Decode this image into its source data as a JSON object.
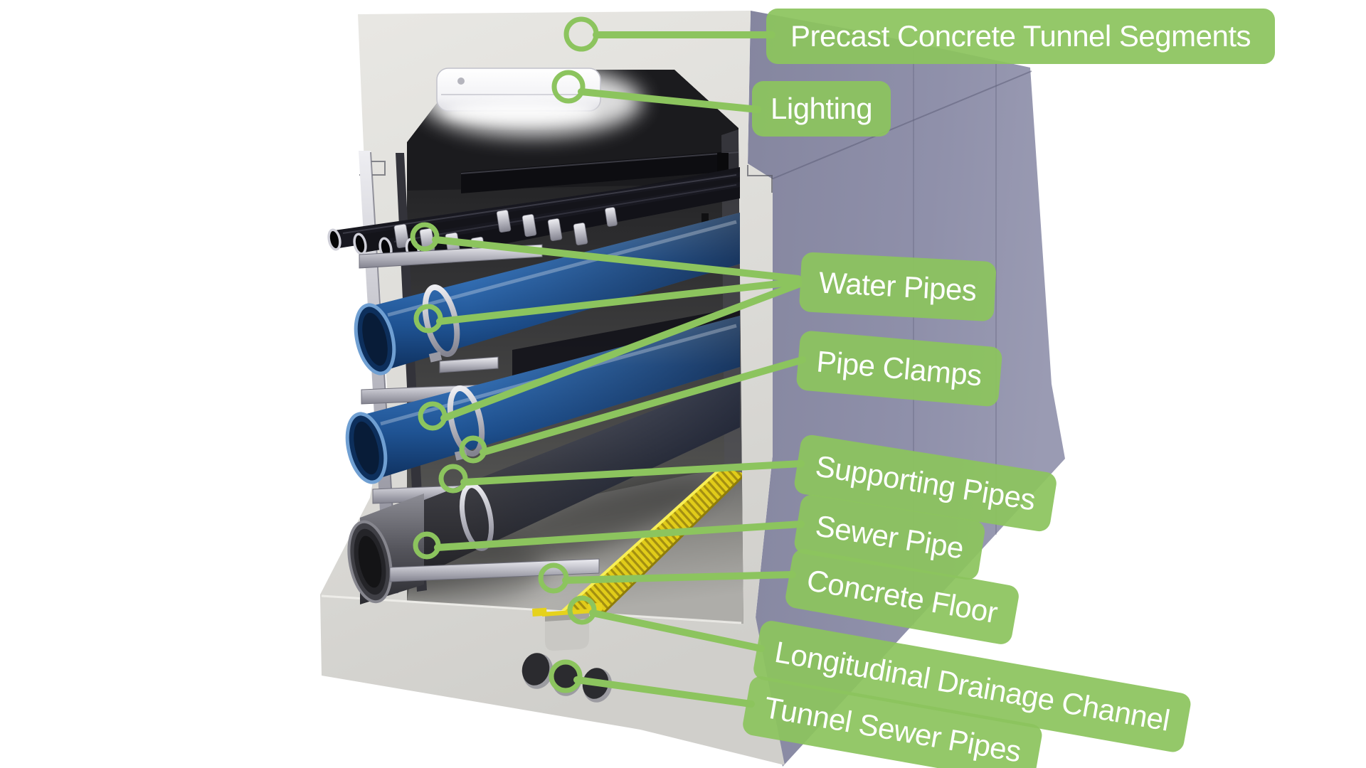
{
  "figure": {
    "description": "Cutaway 3D diagram of a precast concrete utility tunnel segment with labeled components"
  },
  "labels": {
    "precast": "Precast Concrete Tunnel Segments",
    "lighting": "Lighting",
    "water_pipes": "Water Pipes",
    "pipe_clamps": "Pipe Clamps",
    "supporting_pipes": "Supporting Pipes",
    "sewer_pipe": "Sewer Pipe",
    "concrete_floor": "Concrete Floor",
    "drainage_channel": "Longitudinal Drainage Channel",
    "tunnel_sewer_pipes": "Tunnel Sewer Pipes"
  },
  "colors": {
    "label_green": "#8cc45e",
    "label_text": "#ffffff",
    "tunnel_front_face": "#dddcd8",
    "tunnel_side_face": "#8e8fa9",
    "water_pipe_blue": "#3272bb",
    "sewer_pipe_gray": "#3a3a40",
    "drain_yellow": "#e6d21c"
  }
}
